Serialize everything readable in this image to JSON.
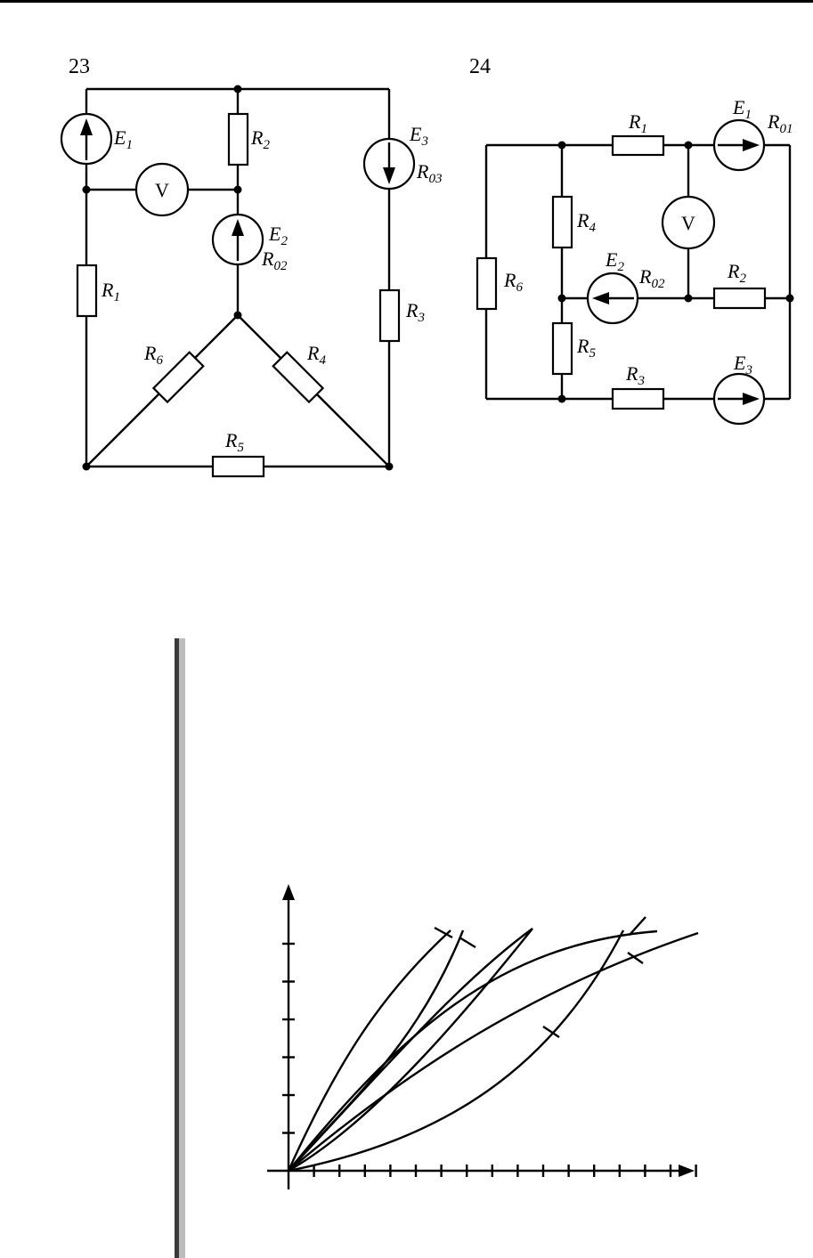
{
  "figure23": {
    "number": "23",
    "labels": {
      "E1": {
        "main": "E",
        "sub": "1"
      },
      "E2": {
        "main": "E",
        "sub": "2"
      },
      "E3": {
        "main": "E",
        "sub": "3"
      },
      "R02": {
        "main": "R",
        "sub": "02"
      },
      "R03": {
        "main": "R",
        "sub": "03"
      },
      "R1": {
        "main": "R",
        "sub": "1"
      },
      "R2": {
        "main": "R",
        "sub": "2"
      },
      "R3": {
        "main": "R",
        "sub": "3"
      },
      "R4": {
        "main": "R",
        "sub": "4"
      },
      "R5": {
        "main": "R",
        "sub": "5"
      },
      "R6": {
        "main": "R",
        "sub": "6"
      },
      "V": "V"
    }
  },
  "figure24": {
    "number": "24",
    "labels": {
      "E1": {
        "main": "E",
        "sub": "1"
      },
      "E2": {
        "main": "E",
        "sub": "2"
      },
      "E3": {
        "main": "E",
        "sub": "3"
      },
      "R01": {
        "main": "R",
        "sub": "01"
      },
      "R02": {
        "main": "R",
        "sub": "02"
      },
      "R1": {
        "main": "R",
        "sub": "1"
      },
      "R2": {
        "main": "R",
        "sub": "2"
      },
      "R3": {
        "main": "R",
        "sub": "3"
      },
      "R4": {
        "main": "R",
        "sub": "4"
      },
      "R5": {
        "main": "R",
        "sub": "5"
      },
      "R6": {
        "main": "R",
        "sub": "6"
      },
      "V": "V"
    }
  },
  "graph": {
    "x_tick_count": 16,
    "y_tick_count": 6,
    "curve_count": 7
  },
  "colors": {
    "ink": "#000000",
    "sidebar_dark": "#3a3a3a",
    "sidebar_light": "#bdbdbd"
  }
}
